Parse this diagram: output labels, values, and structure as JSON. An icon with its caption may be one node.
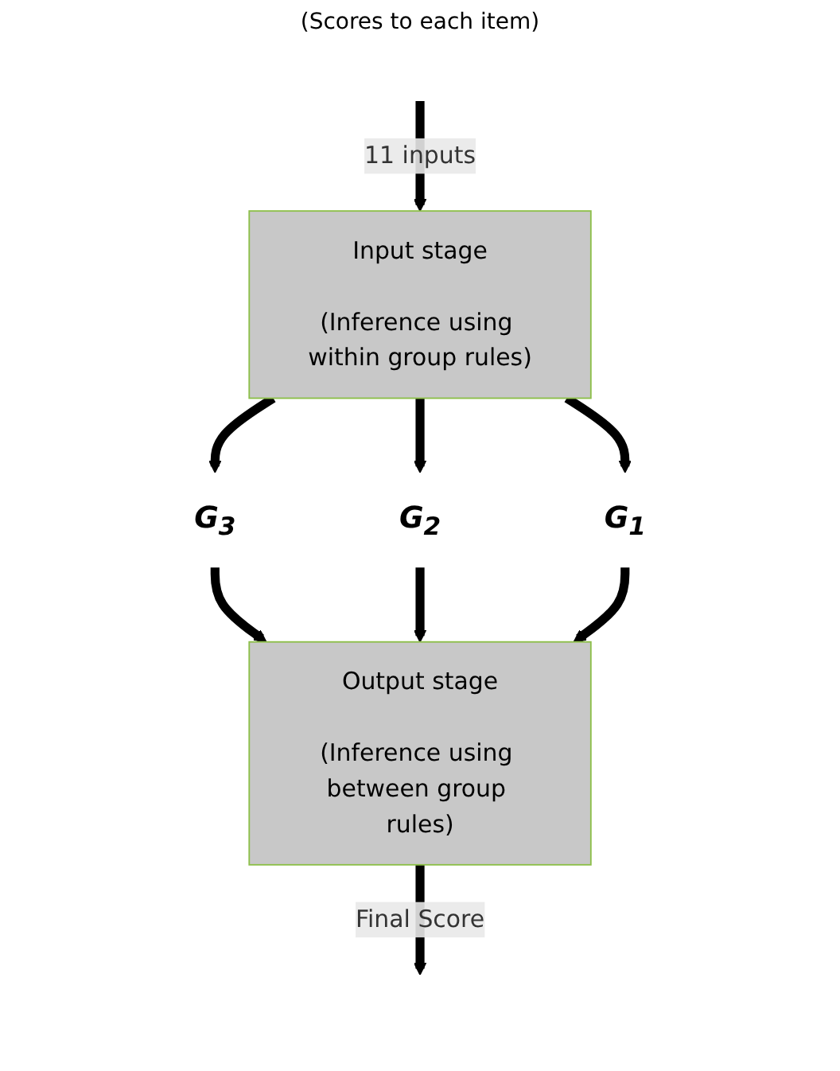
{
  "diagram": {
    "nodes": [
      {
        "text": [
          "Input stage",
          "(Inference using within group rules)"
        ]
      },
      {
        "text": [
          "G$_{3}$"
        ]
      },
      {
        "text": [
          "G$_{2}$"
        ]
      },
      {
        "text": [
          "G$_{1}$"
        ]
      },
      {
        "text": [
          "Output stage",
          "(Inference using between group rules)"
        ]
      }
    ],
    "edges": [
      {
        "from": null,
        "to": 0,
        "arrow": "to",
        "label": "11 inputs"
      },
      {
        "from": 0,
        "to": 1,
        "arrow": "to"
      },
      {
        "from": 0,
        "to": 2,
        "arrow": "to"
      },
      {
        "from": 0,
        "to": 3,
        "arrow": "to"
      },
      {
        "from": 1,
        "to": 4,
        "arrow": "to"
      },
      {
        "from": 2,
        "to": 4,
        "arrow": "to"
      },
      {
        "from": 3,
        "to": 4,
        "arrow": "to"
      },
      {
        "from": 4,
        "to": null,
        "arrow": "to",
        "label": "Final Score"
      }
    ],
    "labels": [
      "(Scores to each item)"
    ]
  }
}
